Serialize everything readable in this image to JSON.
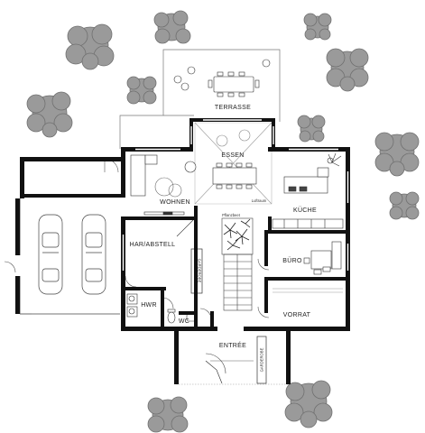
{
  "rooms": {
    "terrace": "TERRASSE",
    "dining": "ESSEN",
    "living": "WOHNEN",
    "kitchen": "KÜCHE",
    "storage_hall": "HAR/ABSTELL",
    "office": "BÜRO",
    "pantry": "VORRAT",
    "utility": "HWR",
    "toilet": "WC",
    "entrance": "ENTRÉE"
  },
  "small_labels": {
    "airspace": "Luftraum",
    "plant_bed": "Pflanzbeet",
    "wardrobe_1": "GARDEROBE",
    "wardrobe_2": "GARDEROBE"
  },
  "colors": {
    "wall": "#111111",
    "tree_fill": "#9a9a9a",
    "tree_edge": "#6e6e6e",
    "line": "#555555"
  }
}
